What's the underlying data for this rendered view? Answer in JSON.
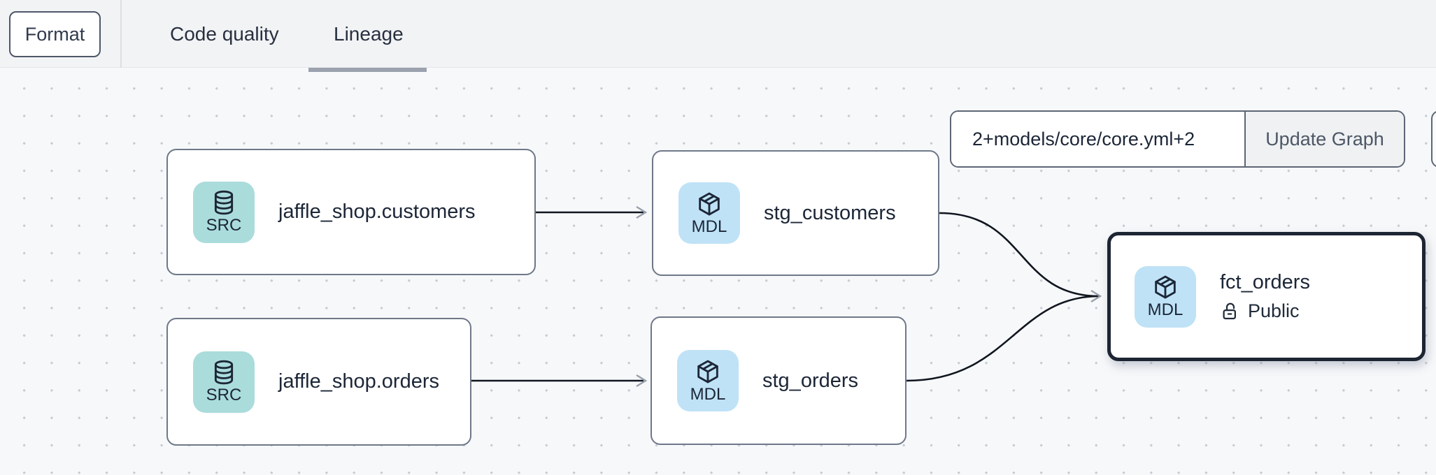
{
  "header": {
    "format_label": "Format",
    "tabs": [
      {
        "label": "Code quality",
        "active": false
      },
      {
        "label": "Lineage",
        "active": true
      }
    ]
  },
  "toolbar": {
    "selector_value": "2+models/core/core.yml+2",
    "update_button_label": "Update Graph"
  },
  "graph": {
    "nodes": [
      {
        "id": "jaffle_shop.customers",
        "label": "jaffle_shop.customers",
        "badge": "SRC",
        "type": "source",
        "icon": "database-icon",
        "badge_color": "#aadcdb"
      },
      {
        "id": "stg_customers",
        "label": "stg_customers",
        "badge": "MDL",
        "type": "model",
        "icon": "cube-icon",
        "badge_color": "#bfe2f6"
      },
      {
        "id": "jaffle_shop.orders",
        "label": "jaffle_shop.orders",
        "badge": "SRC",
        "type": "source",
        "icon": "database-icon",
        "badge_color": "#aadcdb"
      },
      {
        "id": "stg_orders",
        "label": "stg_orders",
        "badge": "MDL",
        "type": "model",
        "icon": "cube-icon",
        "badge_color": "#bfe2f6"
      },
      {
        "id": "fct_orders",
        "label": "fct_orders",
        "badge": "MDL",
        "type": "model",
        "icon": "cube-icon",
        "badge_color": "#bfe2f6",
        "access": "Public",
        "selected": true
      }
    ],
    "edges": [
      {
        "from": "jaffle_shop.customers",
        "to": "stg_customers"
      },
      {
        "from": "jaffle_shop.orders",
        "to": "stg_orders"
      },
      {
        "from": "stg_customers",
        "to": "fct_orders"
      },
      {
        "from": "stg_orders",
        "to": "fct_orders"
      }
    ]
  },
  "colors": {
    "source_badge": "#aadcdb",
    "model_badge": "#bfe2f6",
    "selected_border": "#1d2533",
    "edge": "#10161f",
    "arrowhead": "#98a0ab",
    "tab_underline": "#9ba2ad",
    "topbar_bg": "#f2f3f5",
    "canvas_bg": "#f7f8fa"
  }
}
